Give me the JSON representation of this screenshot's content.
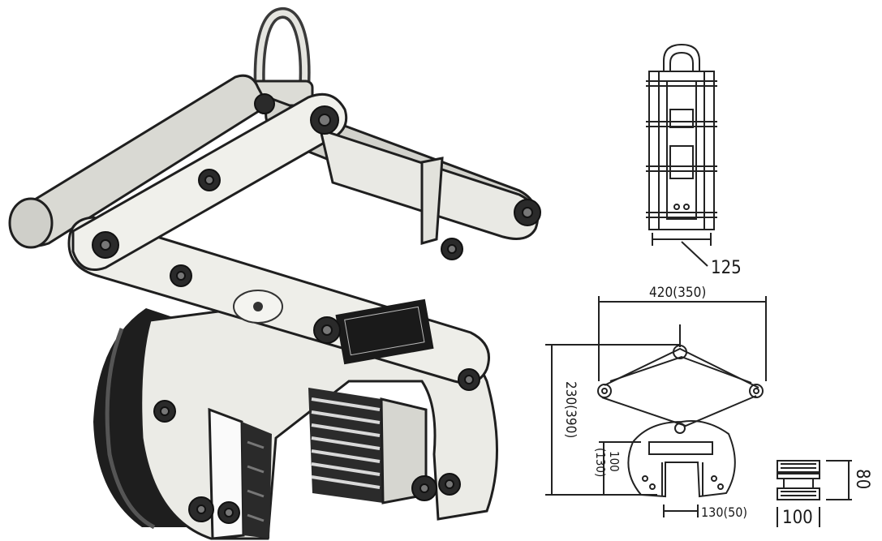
{
  "top_view": {
    "width_label": "125"
  },
  "front_view": {
    "width_label": "420(350)",
    "height_label": "230(390)",
    "jaw_depth_label": "100\n(130)",
    "opening_label": "130(50)"
  },
  "pad_detail": {
    "width_label": "100",
    "height_label": "80"
  },
  "colors": {
    "metal": "#e7e7e2",
    "shadow": "#1c1c1c",
    "line": "#222222"
  },
  "icons": [
    "bolt-icon"
  ]
}
